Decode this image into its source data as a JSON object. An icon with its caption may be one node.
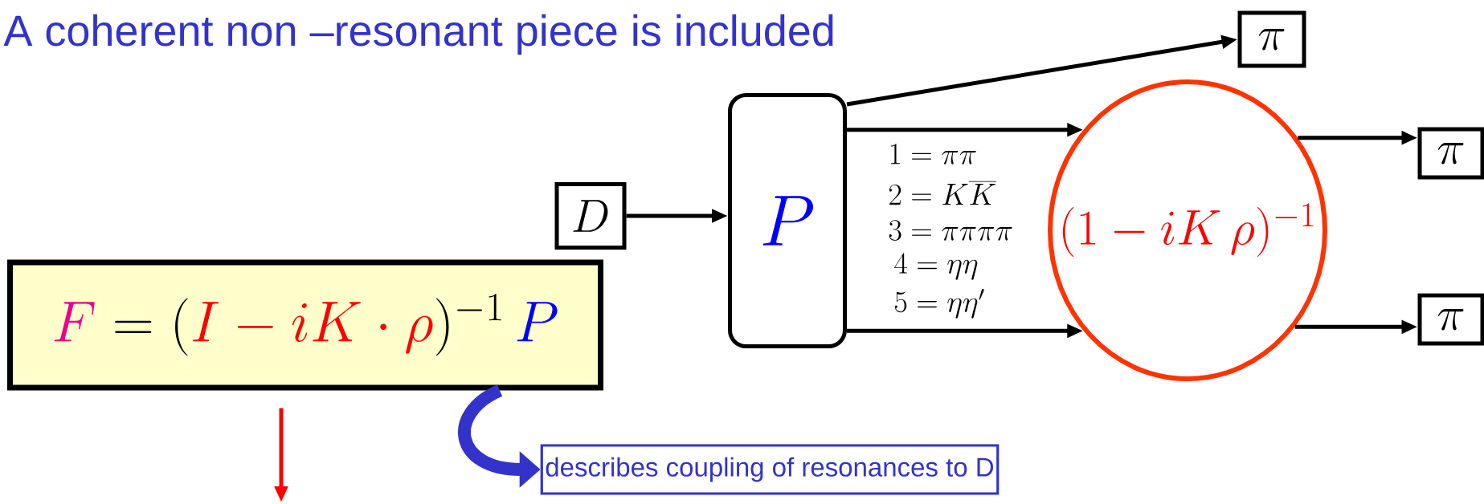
{
  "diagram": {
    "nodes": [
      {
        "text": [
          "D"
        ]
      },
      {
        "text": [
          "P"
        ]
      },
      {
        "text": [
          "\\pi"
        ]
      },
      {
        "text": [
          "(1 - iK\\,\\rho)^{-1}"
        ]
      },
      {
        "text": [
          "\\pi"
        ]
      },
      {
        "text": [
          "\\pi"
        ]
      },
      {
        "text": [
          "\\textcolor{magenta}{F} = (\\textcolor{red}{I - iK\\cdot\\rho})^{-1}\\,\\textcolor{blue}{P}"
        ]
      },
      {
        "text": [
          "describes coupling of resonances to D"
        ]
      }
    ],
    "edges": [
      {
        "from": 0,
        "to": 1,
        "arrow": "to"
      },
      {
        "from": 1,
        "to": 2,
        "arrow": "to"
      },
      {
        "from": 1,
        "to": 3,
        "arrow": "to"
      },
      {
        "from": 1,
        "to": 3,
        "arrow": "to"
      },
      {
        "from": 3,
        "to": 4,
        "arrow": "to"
      },
      {
        "from": 3,
        "to": 5,
        "arrow": "to"
      },
      {
        "from": 6,
        "to": 7,
        "arrow": "to",
        "style": "thick",
        "color": "#3333cc"
      },
      {
        "from": 6,
        "to": null,
        "arrow": "to",
        "color": "#ff0000"
      }
    ],
    "labels": [
      "A coherent non –resonant piece is included",
      "1 = \\pi\\pi",
      "2 = K\\overline{K}",
      "3 = \\pi\\pi\\pi\\pi",
      "4 = \\eta\\eta",
      "5 = \\eta\\eta'"
    ]
  }
}
